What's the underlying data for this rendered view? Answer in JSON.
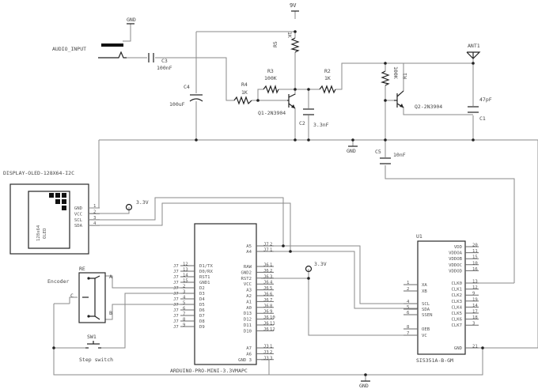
{
  "power": {
    "vcc9": "9V",
    "gnd": "GND",
    "v33": "3.3V",
    "gnd2": "GND",
    "gnd3": "GND"
  },
  "audio": {
    "label": "AUDIO_INPUT"
  },
  "parts": {
    "c3": {
      "ref": "C3",
      "value": "100nF"
    },
    "c4": {
      "ref": "C4",
      "value": "100uF"
    },
    "r5": {
      "ref": "R5",
      "value": "1K"
    },
    "r4": {
      "ref": "R4",
      "value": "1K"
    },
    "r3": {
      "ref": "R3",
      "value": "100K"
    },
    "r2": {
      "ref": "R2",
      "value": "1K"
    },
    "r1": {
      "ref": "R1",
      "value": "100K"
    },
    "q1": {
      "ref": "Q1-2N3904"
    },
    "q2": {
      "ref": "Q2-2N3904"
    },
    "c2": {
      "ref": "C2",
      "value": "3.3nF"
    },
    "c5": {
      "ref": "C5",
      "value": "10nF"
    },
    "c1": {
      "ref": "C1",
      "value": "47pF"
    },
    "ant": {
      "ref": "ANT1"
    }
  },
  "display": {
    "title": "DISPLAY-OLED-128X64-I2C",
    "inner_line1": "128x64",
    "inner_line2": "OLED",
    "pins": [
      {
        "num": "1",
        "name": "GND"
      },
      {
        "num": "2",
        "name": "VCC"
      },
      {
        "num": "3",
        "name": "SCL"
      },
      {
        "num": "4",
        "name": "SDA"
      }
    ]
  },
  "encoder": {
    "label": "Encoder",
    "ref": "RE",
    "pin_a": "A",
    "pin_b": "B",
    "pin_c": "C"
  },
  "switch": {
    "ref": "SW1",
    "label": "Step switch"
  },
  "arduino": {
    "label": "ARDUINO-PRO-MINI-3.3VMAPC",
    "left_pins": [
      {
        "jp": "J7",
        "num": "12",
        "name": "D1/TX"
      },
      {
        "jp": "J7",
        "num": "13",
        "name": "D0/RX"
      },
      {
        "jp": "J7",
        "num": "14",
        "name": "RST1"
      },
      {
        "jp": "J7",
        "num": "15",
        "name": "GND1"
      },
      {
        "jp": "J7",
        "num": "2",
        "name": "D2"
      },
      {
        "jp": "J7",
        "num": "3",
        "name": "D3"
      },
      {
        "jp": "J7",
        "num": "4",
        "name": "D4"
      },
      {
        "jp": "J7",
        "num": "5",
        "name": "D5"
      },
      {
        "jp": "J7",
        "num": "6",
        "name": "D6"
      },
      {
        "jp": "J7",
        "num": "7",
        "name": "D7"
      },
      {
        "jp": "J7",
        "num": "8",
        "name": "D8"
      },
      {
        "jp": "J7",
        "num": "9",
        "name": "D9"
      }
    ],
    "right_top_pins": [
      {
        "jp": "J7",
        "num": "2",
        "name": "A5"
      },
      {
        "jp": "J7",
        "num": "1",
        "name": "A4"
      }
    ],
    "right_pins": [
      {
        "jp": "J6",
        "num": "1",
        "name": "RAW"
      },
      {
        "jp": "J6",
        "num": "2",
        "name": "GND2"
      },
      {
        "jp": "J6",
        "num": "3",
        "name": "RST2"
      },
      {
        "jp": "J6",
        "num": "4",
        "name": "VCC"
      },
      {
        "jp": "J6",
        "num": "5",
        "name": "A3"
      },
      {
        "jp": "J6",
        "num": "6",
        "name": "A2"
      },
      {
        "jp": "J6",
        "num": "7",
        "name": "A1"
      },
      {
        "jp": "J6",
        "num": "8",
        "name": "A0"
      },
      {
        "jp": "J6",
        "num": "9",
        "name": "D13"
      },
      {
        "jp": "J6",
        "num": "10",
        "name": "D12"
      },
      {
        "jp": "J6",
        "num": "11",
        "name": "D11"
      },
      {
        "jp": "J6",
        "num": "12",
        "name": "D10"
      }
    ],
    "right_bottom_pins": [
      {
        "jp": "J3",
        "num": "1",
        "name": "A7"
      },
      {
        "jp": "J3",
        "num": "2",
        "name": "A6"
      },
      {
        "jp": "J3",
        "num": "3",
        "name": "GND 3"
      }
    ]
  },
  "si5351": {
    "ref": "U1",
    "label": "SI5351A-B-GM",
    "left_pins": [
      {
        "num": "1",
        "name": "XA"
      },
      {
        "num": "2",
        "name": "XB"
      },
      {
        "num": "4",
        "name": "SCL"
      },
      {
        "num": "5",
        "name": "SDA"
      },
      {
        "num": "6",
        "name": "SSEN"
      },
      {
        "num": "8",
        "name": "OEB"
      },
      {
        "num": "7",
        "name": "VC"
      }
    ],
    "right_pins": [
      {
        "num": "20",
        "name": "VDD"
      },
      {
        "num": "11",
        "name": "VDDOA"
      },
      {
        "num": "15",
        "name": "VDDOB"
      },
      {
        "num": "10",
        "name": "VDDOC"
      },
      {
        "num": "16",
        "name": "VDDOD"
      },
      {
        "num": "13",
        "name": "CLK0"
      },
      {
        "num": "12",
        "name": "CLK1"
      },
      {
        "num": "9",
        "name": "CLK2"
      },
      {
        "num": "19",
        "name": "CLK3"
      },
      {
        "num": "14",
        "name": "CLK4"
      },
      {
        "num": "17",
        "name": "CLK5"
      },
      {
        "num": "18",
        "name": "CLK6"
      },
      {
        "num": "3",
        "name": "CLK7"
      },
      {
        "num": "21",
        "name": "GND"
      }
    ]
  }
}
